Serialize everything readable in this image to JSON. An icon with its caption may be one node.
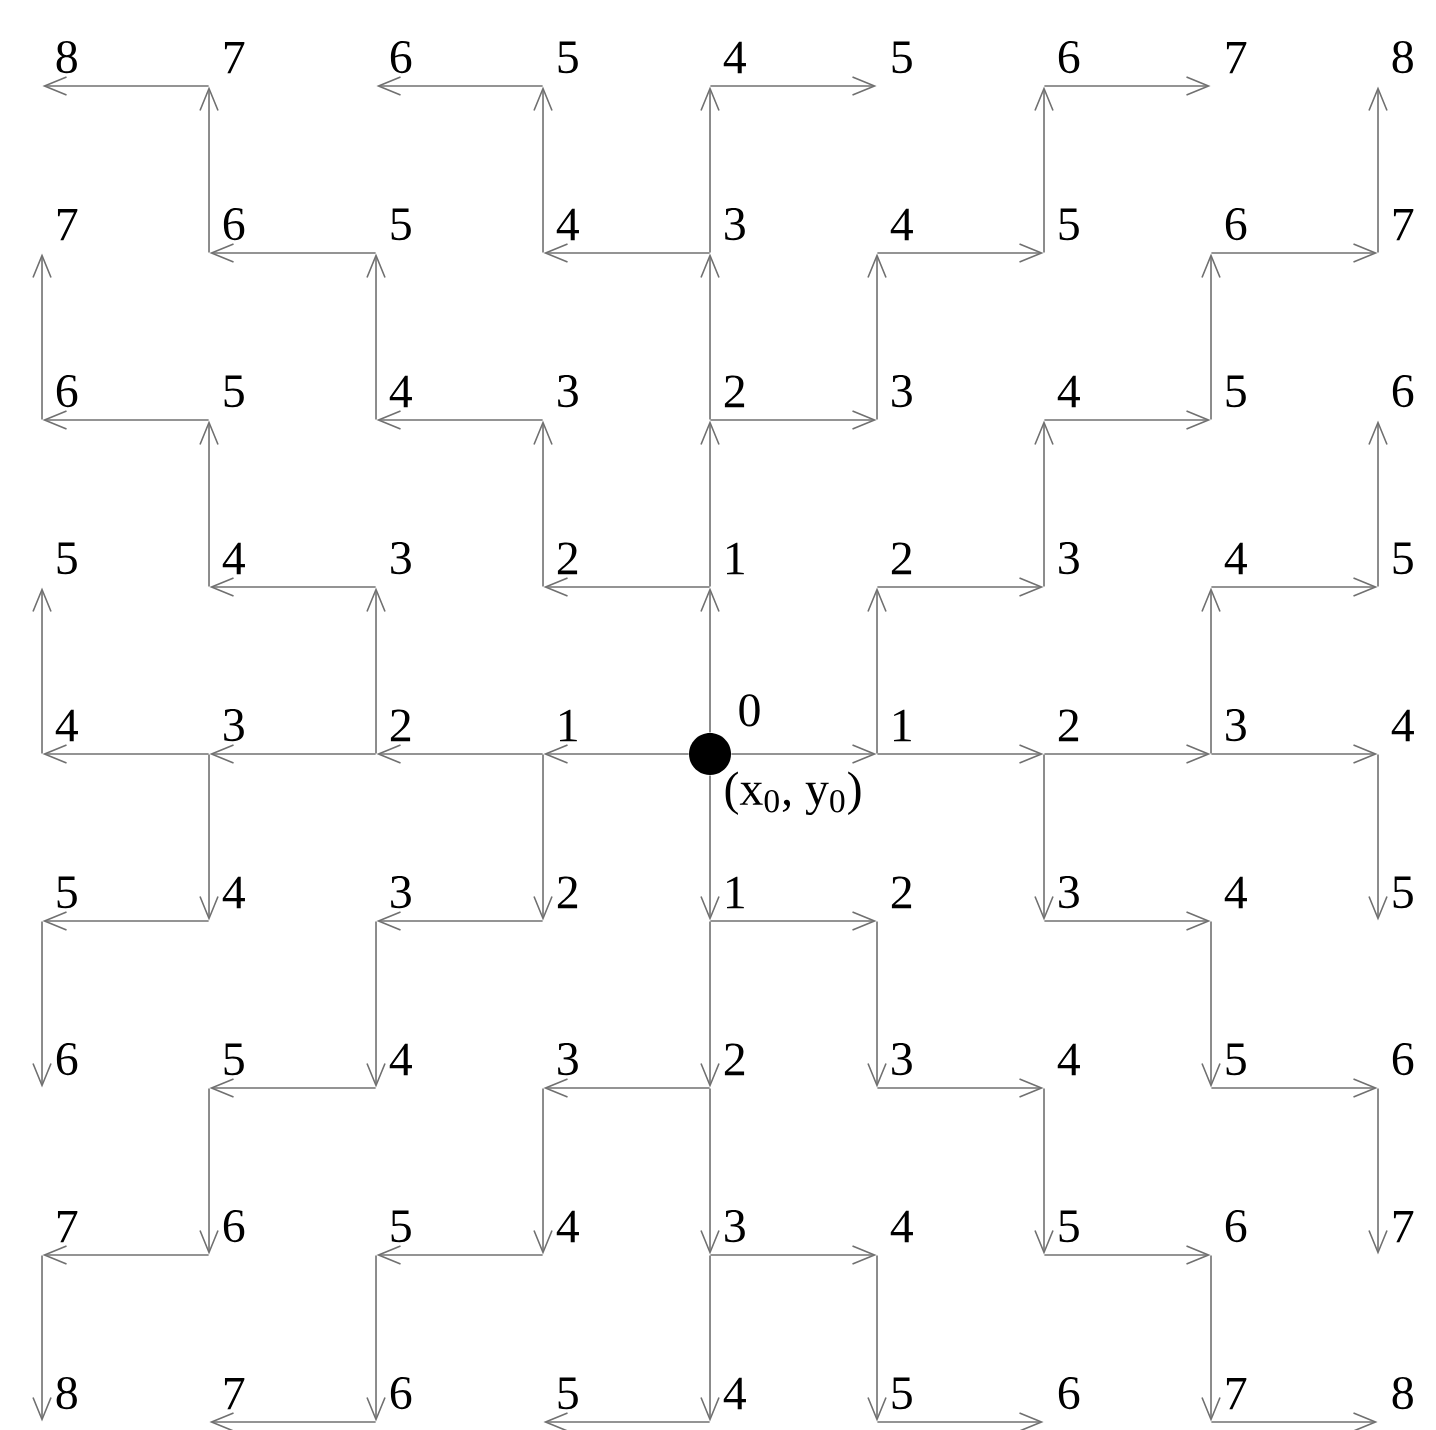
{
  "diagram": {
    "nodes": [
      {
        "text": [
          "8"
        ]
      },
      {
        "text": [
          "7"
        ]
      },
      {
        "text": [
          "6"
        ]
      },
      {
        "text": [
          "5"
        ]
      },
      {
        "text": [
          "4"
        ]
      },
      {
        "text": [
          "5"
        ]
      },
      {
        "text": [
          "6"
        ]
      },
      {
        "text": [
          "7"
        ]
      },
      {
        "text": [
          "8"
        ]
      },
      {
        "text": [
          "7"
        ]
      },
      {
        "text": [
          "6"
        ]
      },
      {
        "text": [
          "5"
        ]
      },
      {
        "text": [
          "4"
        ]
      },
      {
        "text": [
          "3"
        ]
      },
      {
        "text": [
          "4"
        ]
      },
      {
        "text": [
          "5"
        ]
      },
      {
        "text": [
          "6"
        ]
      },
      {
        "text": [
          "7"
        ]
      },
      {
        "text": [
          "6"
        ]
      },
      {
        "text": [
          "5"
        ]
      },
      {
        "text": [
          "4"
        ]
      },
      {
        "text": [
          "3"
        ]
      },
      {
        "text": [
          "2"
        ]
      },
      {
        "text": [
          "3"
        ]
      },
      {
        "text": [
          "4"
        ]
      },
      {
        "text": [
          "5"
        ]
      },
      {
        "text": [
          "6"
        ]
      },
      {
        "text": [
          "5"
        ]
      },
      {
        "text": [
          "4"
        ]
      },
      {
        "text": [
          "3"
        ]
      },
      {
        "text": [
          "2"
        ]
      },
      {
        "text": [
          "1"
        ]
      },
      {
        "text": [
          "2"
        ]
      },
      {
        "text": [
          "3"
        ]
      },
      {
        "text": [
          "4"
        ]
      },
      {
        "text": [
          "5"
        ]
      },
      {
        "text": [
          "4"
        ]
      },
      {
        "text": [
          "3"
        ]
      },
      {
        "text": [
          "2"
        ]
      },
      {
        "text": [
          "1"
        ]
      },
      {
        "text": [
          "0",
          "(x$_{0}$, y$_{0}$)"
        ]
      },
      {
        "text": [
          "1"
        ]
      },
      {
        "text": [
          "2"
        ]
      },
      {
        "text": [
          "3"
        ]
      },
      {
        "text": [
          "4"
        ]
      },
      {
        "text": [
          "5"
        ]
      },
      {
        "text": [
          "4"
        ]
      },
      {
        "text": [
          "3"
        ]
      },
      {
        "text": [
          "2"
        ]
      },
      {
        "text": [
          "1"
        ]
      },
      {
        "text": [
          "2"
        ]
      },
      {
        "text": [
          "3"
        ]
      },
      {
        "text": [
          "4"
        ]
      },
      {
        "text": [
          "5"
        ]
      },
      {
        "text": [
          "6"
        ]
      },
      {
        "text": [
          "5"
        ]
      },
      {
        "text": [
          "4"
        ]
      },
      {
        "text": [
          "3"
        ]
      },
      {
        "text": [
          "2"
        ]
      },
      {
        "text": [
          "3"
        ]
      },
      {
        "text": [
          "4"
        ]
      },
      {
        "text": [
          "5"
        ]
      },
      {
        "text": [
          "6"
        ]
      },
      {
        "text": [
          "7"
        ]
      },
      {
        "text": [
          "6"
        ]
      },
      {
        "text": [
          "5"
        ]
      },
      {
        "text": [
          "4"
        ]
      },
      {
        "text": [
          "3"
        ]
      },
      {
        "text": [
          "4"
        ]
      },
      {
        "text": [
          "5"
        ]
      },
      {
        "text": [
          "6"
        ]
      },
      {
        "text": [
          "7"
        ]
      },
      {
        "text": [
          "8"
        ]
      },
      {
        "text": [
          "7"
        ]
      },
      {
        "text": [
          "6"
        ]
      },
      {
        "text": [
          "5"
        ]
      },
      {
        "text": [
          "4"
        ]
      },
      {
        "text": [
          "5"
        ]
      },
      {
        "text": [
          "6"
        ]
      },
      {
        "text": [
          "7"
        ]
      },
      {
        "text": [
          "8"
        ]
      }
    ],
    "edges": [
      {
        "from": 40,
        "to": 41,
        "arrow": "to"
      },
      {
        "from": 41,
        "to": 42,
        "arrow": "to"
      },
      {
        "from": 42,
        "to": 43,
        "arrow": "to"
      },
      {
        "from": 43,
        "to": 44,
        "arrow": "to"
      },
      {
        "from": 40,
        "to": 39,
        "arrow": "to"
      },
      {
        "from": 39,
        "to": 38,
        "arrow": "to"
      },
      {
        "from": 38,
        "to": 37,
        "arrow": "to"
      },
      {
        "from": 37,
        "to": 36,
        "arrow": "to"
      },
      {
        "from": 40,
        "to": 31,
        "arrow": "to"
      },
      {
        "from": 31,
        "to": 22,
        "arrow": "to"
      },
      {
        "from": 22,
        "to": 13,
        "arrow": "to"
      },
      {
        "from": 13,
        "to": 4,
        "arrow": "to"
      },
      {
        "from": 40,
        "to": 49,
        "arrow": "to"
      },
      {
        "from": 49,
        "to": 58,
        "arrow": "to"
      },
      {
        "from": 58,
        "to": 67,
        "arrow": "to"
      },
      {
        "from": 67,
        "to": 76,
        "arrow": "to"
      },
      {
        "from": 41,
        "to": 32,
        "arrow": "to"
      },
      {
        "from": 32,
        "to": 33,
        "arrow": "to"
      },
      {
        "from": 33,
        "to": 24,
        "arrow": "to"
      },
      {
        "from": 24,
        "to": 25,
        "arrow": "to"
      },
      {
        "from": 25,
        "to": 16,
        "arrow": "to"
      },
      {
        "from": 16,
        "to": 17,
        "arrow": "to"
      },
      {
        "from": 17,
        "to": 8,
        "arrow": "to"
      },
      {
        "from": 22,
        "to": 23,
        "arrow": "to"
      },
      {
        "from": 23,
        "to": 14,
        "arrow": "to"
      },
      {
        "from": 14,
        "to": 15,
        "arrow": "to"
      },
      {
        "from": 15,
        "to": 6,
        "arrow": "to"
      },
      {
        "from": 6,
        "to": 7,
        "arrow": "to"
      },
      {
        "from": 4,
        "to": 5,
        "arrow": "to"
      },
      {
        "from": 43,
        "to": 34,
        "arrow": "to"
      },
      {
        "from": 34,
        "to": 35,
        "arrow": "to"
      },
      {
        "from": 35,
        "to": 26,
        "arrow": "to"
      },
      {
        "from": 31,
        "to": 30,
        "arrow": "to"
      },
      {
        "from": 30,
        "to": 21,
        "arrow": "to"
      },
      {
        "from": 21,
        "to": 20,
        "arrow": "to"
      },
      {
        "from": 20,
        "to": 11,
        "arrow": "to"
      },
      {
        "from": 11,
        "to": 10,
        "arrow": "to"
      },
      {
        "from": 10,
        "to": 1,
        "arrow": "to"
      },
      {
        "from": 1,
        "to": 0,
        "arrow": "to"
      },
      {
        "from": 38,
        "to": 29,
        "arrow": "to"
      },
      {
        "from": 29,
        "to": 28,
        "arrow": "to"
      },
      {
        "from": 28,
        "to": 19,
        "arrow": "to"
      },
      {
        "from": 19,
        "to": 18,
        "arrow": "to"
      },
      {
        "from": 18,
        "to": 9,
        "arrow": "to"
      },
      {
        "from": 36,
        "to": 27,
        "arrow": "to"
      },
      {
        "from": 13,
        "to": 12,
        "arrow": "to"
      },
      {
        "from": 12,
        "to": 3,
        "arrow": "to"
      },
      {
        "from": 3,
        "to": 2,
        "arrow": "to"
      },
      {
        "from": 39,
        "to": 48,
        "arrow": "to"
      },
      {
        "from": 48,
        "to": 47,
        "arrow": "to"
      },
      {
        "from": 47,
        "to": 56,
        "arrow": "to"
      },
      {
        "from": 56,
        "to": 55,
        "arrow": "to"
      },
      {
        "from": 55,
        "to": 64,
        "arrow": "to"
      },
      {
        "from": 64,
        "to": 63,
        "arrow": "to"
      },
      {
        "from": 63,
        "to": 72,
        "arrow": "to"
      },
      {
        "from": 37,
        "to": 46,
        "arrow": "to"
      },
      {
        "from": 46,
        "to": 45,
        "arrow": "to"
      },
      {
        "from": 45,
        "to": 54,
        "arrow": "to"
      },
      {
        "from": 58,
        "to": 57,
        "arrow": "to"
      },
      {
        "from": 57,
        "to": 66,
        "arrow": "to"
      },
      {
        "from": 66,
        "to": 65,
        "arrow": "to"
      },
      {
        "from": 65,
        "to": 74,
        "arrow": "to"
      },
      {
        "from": 74,
        "to": 73,
        "arrow": "to"
      },
      {
        "from": 76,
        "to": 75,
        "arrow": "to"
      },
      {
        "from": 42,
        "to": 51,
        "arrow": "to"
      },
      {
        "from": 51,
        "to": 52,
        "arrow": "to"
      },
      {
        "from": 52,
        "to": 61,
        "arrow": "to"
      },
      {
        "from": 61,
        "to": 62,
        "arrow": "to"
      },
      {
        "from": 62,
        "to": 71,
        "arrow": "to"
      },
      {
        "from": 44,
        "to": 53,
        "arrow": "to"
      },
      {
        "from": 49,
        "to": 50,
        "arrow": "to"
      },
      {
        "from": 50,
        "to": 59,
        "arrow": "to"
      },
      {
        "from": 59,
        "to": 60,
        "arrow": "to"
      },
      {
        "from": 60,
        "to": 69,
        "arrow": "to"
      },
      {
        "from": 69,
        "to": 70,
        "arrow": "to"
      },
      {
        "from": 70,
        "to": 79,
        "arrow": "to"
      },
      {
        "from": 79,
        "to": 80,
        "arrow": "to"
      },
      {
        "from": 67,
        "to": 68,
        "arrow": "to"
      },
      {
        "from": 68,
        "to": 77,
        "arrow": "to"
      },
      {
        "from": 77,
        "to": 78,
        "arrow": "to"
      }
    ]
  }
}
